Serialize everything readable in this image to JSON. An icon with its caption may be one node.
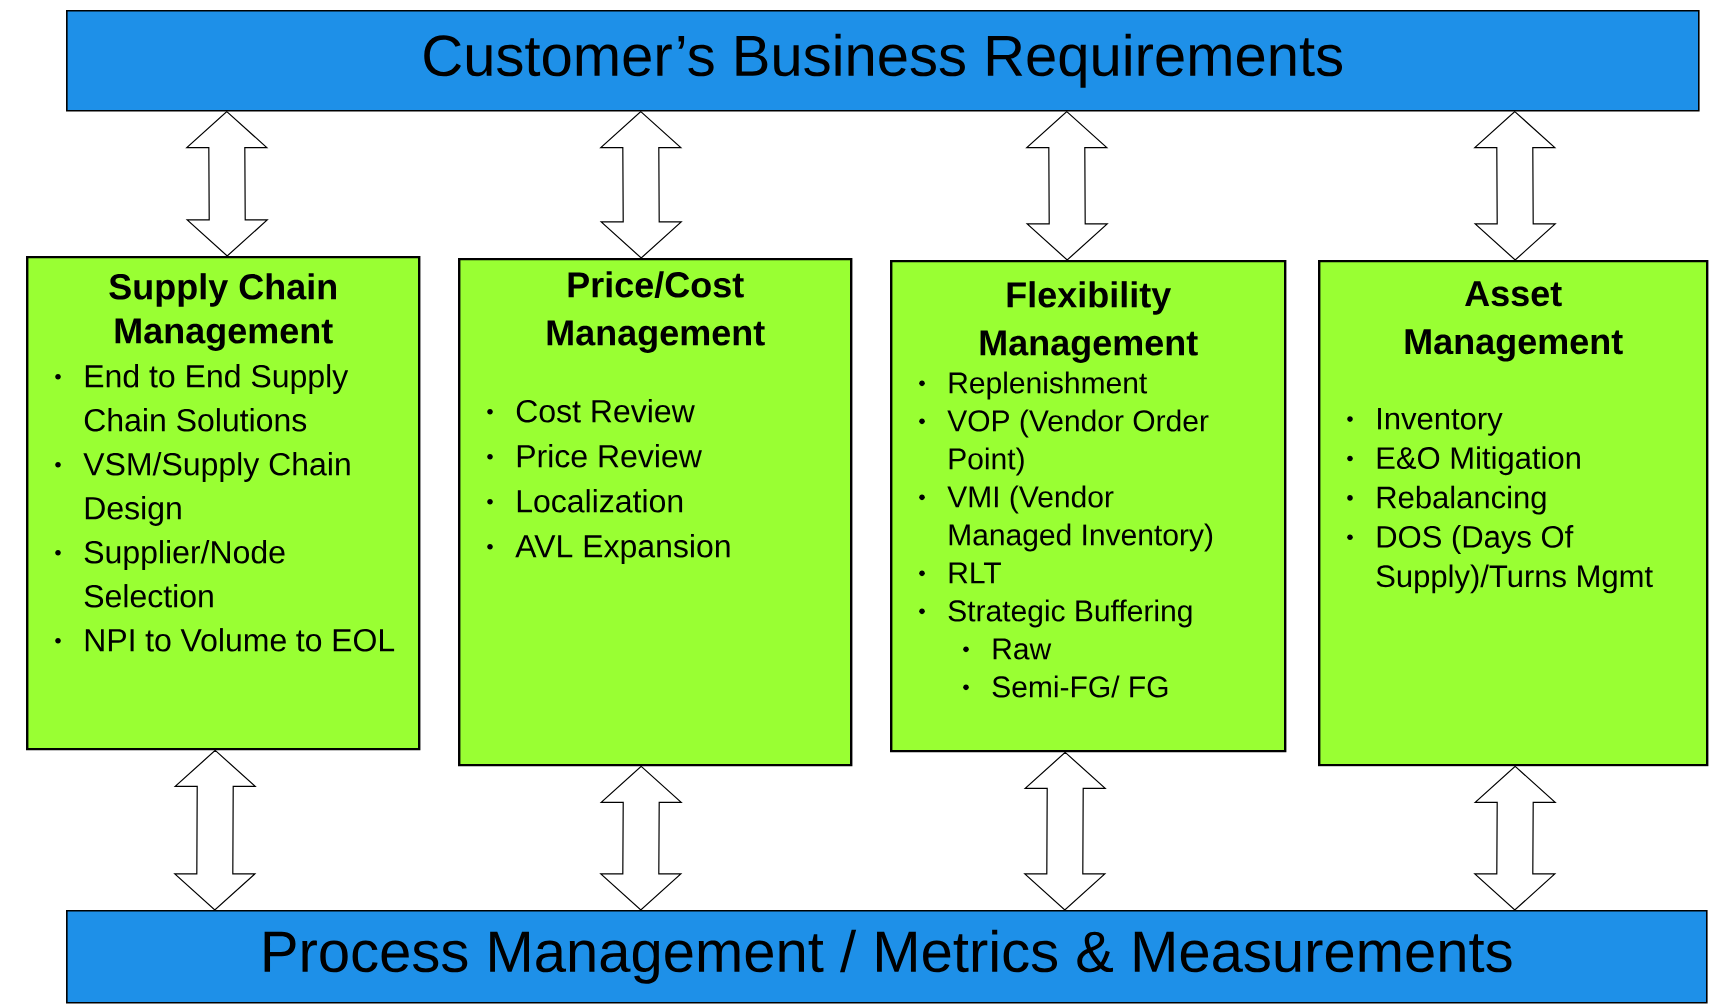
{
  "diagram": {
    "nodes": [
      {
        "text": [
          "Customer’s Business Requirements"
        ]
      },
      {
        "text": [
          "Supply Chain Management",
          "End to End Supply Chain Solutions",
          "VSM/Supply Chain Design",
          "Supplier/Node Selection",
          "NPI to Volume to EOL"
        ]
      },
      {
        "text": [
          "Price/Cost Management",
          "Cost Review",
          "Price Review",
          "Localization",
          "AVL Expansion"
        ]
      },
      {
        "text": [
          "Flexibility Management",
          "Replenishment",
          "VOP (Vendor Order Point)",
          "VMI (Vendor Managed Inventory)",
          "RLT",
          "Strategic Buffering",
          "Raw",
          "Semi-FG/ FG"
        ]
      },
      {
        "text": [
          "Asset Management",
          "Inventory",
          "E&O Mitigation",
          "Rebalancing",
          "DOS (Days Of Supply)/Turns Mgmt"
        ]
      },
      {
        "text": [
          "Process Management / Metrics & Measurements"
        ]
      }
    ],
    "edges": [
      {
        "from": 0,
        "to": 1,
        "arrow": "both"
      },
      {
        "from": 0,
        "to": 2,
        "arrow": "both"
      },
      {
        "from": 0,
        "to": 3,
        "arrow": "both"
      },
      {
        "from": 0,
        "to": 4,
        "arrow": "both"
      },
      {
        "from": 1,
        "to": 5,
        "arrow": "both"
      },
      {
        "from": 2,
        "to": 5,
        "arrow": "both"
      },
      {
        "from": 3,
        "to": 5,
        "arrow": "both"
      },
      {
        "from": 4,
        "to": 5,
        "arrow": "both"
      }
    ]
  }
}
